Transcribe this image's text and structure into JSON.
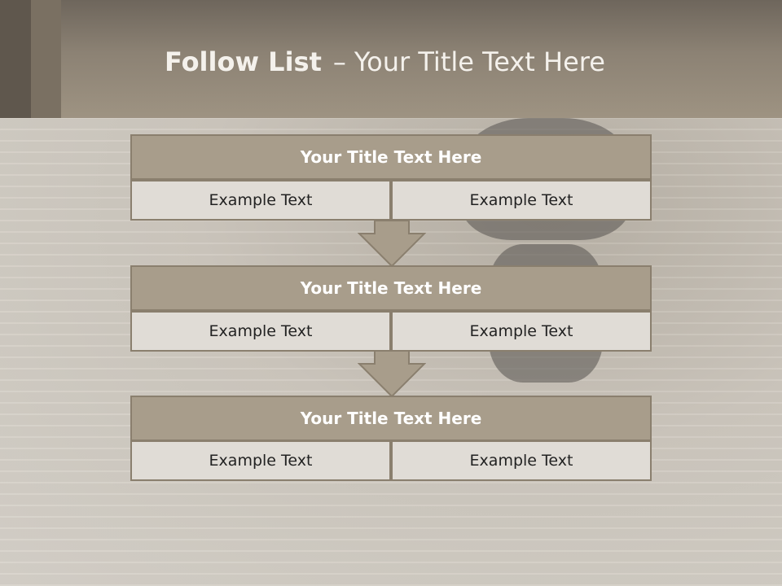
{
  "slide": {
    "title_bold": "Follow List",
    "title_dash": "–",
    "title_rest": "Your Title Text Here"
  },
  "blocks": [
    {
      "title": "Your Title Text Here",
      "left": "Example Text",
      "right": "Example Text"
    },
    {
      "title": "Your Title Text Here",
      "left": "Example Text",
      "right": "Example Text"
    },
    {
      "title": "Your Title Text Here",
      "left": "Example Text",
      "right": "Example Text"
    }
  ],
  "colors": {
    "header": "#9e9382",
    "block_title": "#a89d8b",
    "cell": "#e0dcd6",
    "border": "#8a7f6e"
  },
  "icons": [
    "down-arrow-icon",
    "down-arrow-icon"
  ]
}
